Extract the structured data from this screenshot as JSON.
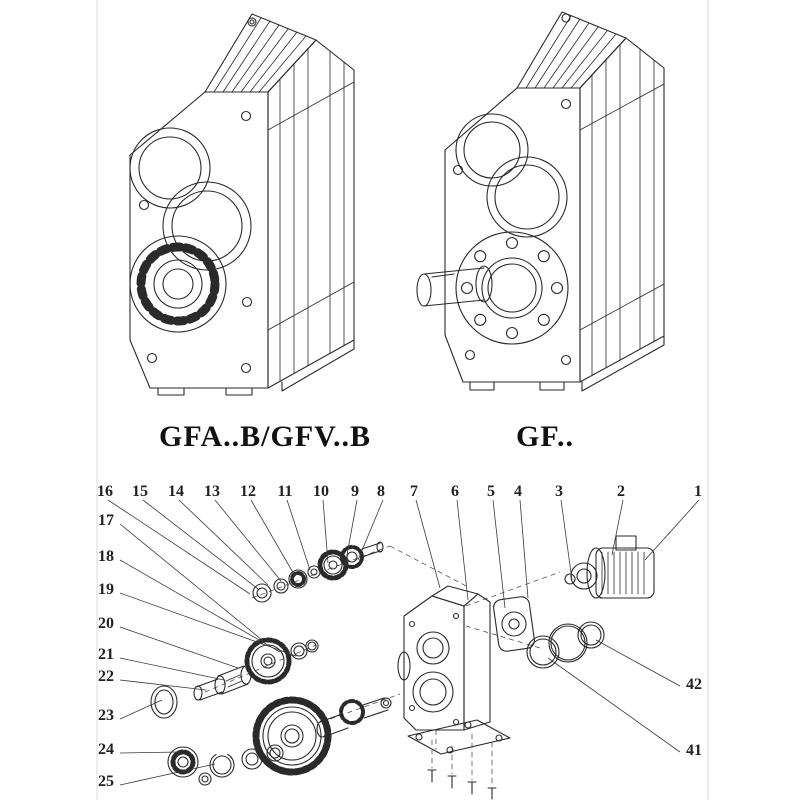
{
  "page": {
    "captions": {
      "left": "GFA..B/GFV..B",
      "right": "GF.."
    }
  },
  "exploded": {
    "top_labels": [
      "16",
      "15",
      "14",
      "13",
      "12",
      "11",
      "10",
      "9",
      "8",
      "7",
      "6",
      "5",
      "4",
      "3",
      "2",
      "1"
    ],
    "left_labels": [
      "17",
      "18",
      "19",
      "20",
      "21",
      "22",
      "23",
      "24",
      "25"
    ],
    "right_labels": [
      "42",
      "41"
    ]
  },
  "colors": {
    "line": "#2a2a2a",
    "background": "#ffffff"
  }
}
